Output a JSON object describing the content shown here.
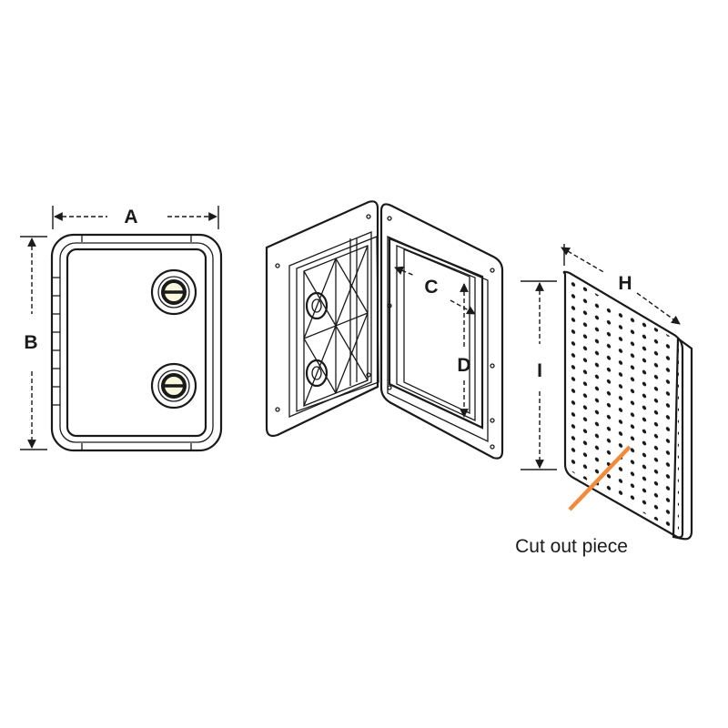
{
  "labels": {
    "a": "A",
    "b": "B",
    "c": "C",
    "d": "D",
    "h": "H",
    "i": "I",
    "cutout": "Cut out piece"
  },
  "colors": {
    "hatch_cream": "#fbf7dc",
    "frame_pink": "#fbe1ea",
    "panel_blue": "#dcecf8",
    "pointer_orange": "#f28a3c",
    "outline": "#1a1a1a"
  },
  "icons": {
    "latch": "round-latch-icon",
    "arrow": "arrowhead-icon"
  }
}
